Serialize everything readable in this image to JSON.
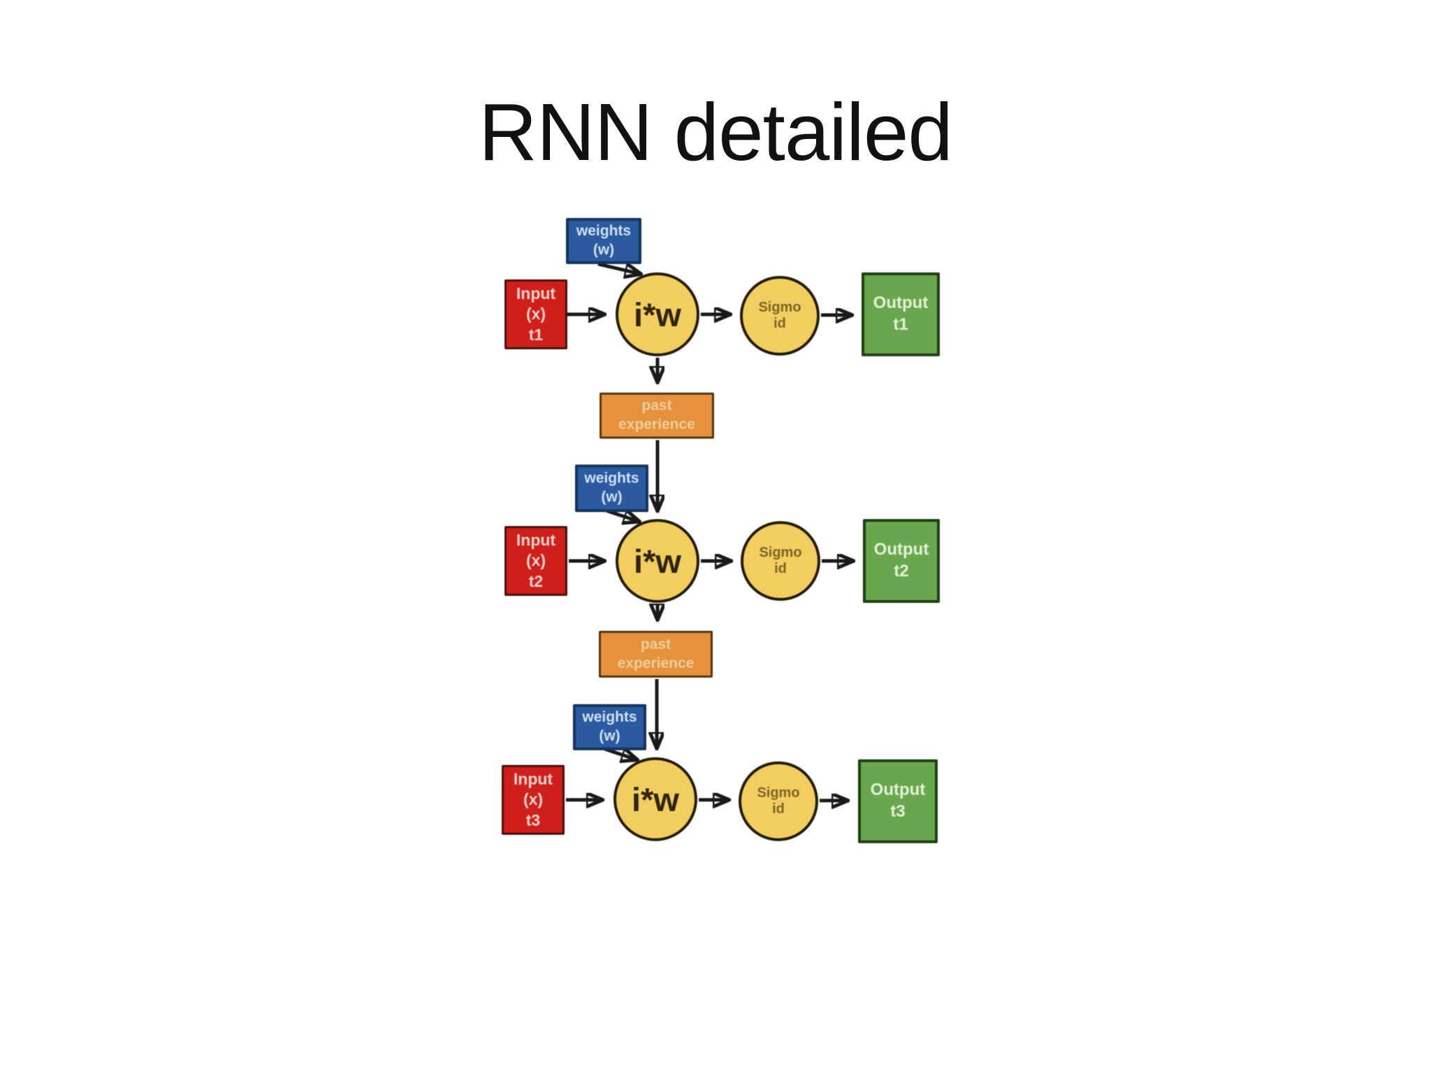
{
  "title": "RNN detailed",
  "colors": {
    "red": "#cf1f1b",
    "blue": "#2b5aa0",
    "yellow": "#f2ce60",
    "orange": "#e5913d",
    "green": "#68a74e",
    "arrow": "#1a1a1a",
    "titlecolor": "#111111"
  },
  "rows": [
    {
      "time": "t1",
      "input": [
        "Input",
        "(x)",
        "t1"
      ],
      "weights": [
        "weights",
        "(w)"
      ],
      "node": "i*w",
      "activation": [
        "Sigmo",
        "id"
      ],
      "output": [
        "Output",
        "t1"
      ],
      "past": [
        "past",
        "experience"
      ]
    },
    {
      "time": "t2",
      "input": [
        "Input",
        "(x)",
        "t2"
      ],
      "weights": [
        "weights",
        "(w)"
      ],
      "node": "i*w",
      "activation": [
        "Sigmo",
        "id"
      ],
      "output": [
        "Output",
        "t2"
      ],
      "past": [
        "past",
        "experience"
      ]
    },
    {
      "time": "t3",
      "input": [
        "Input",
        "(x)",
        "t3"
      ],
      "weights": [
        "weights",
        "(w)"
      ],
      "node": "i*w",
      "activation": [
        "Sigmo",
        "id"
      ],
      "output": [
        "Output",
        "t3"
      ]
    }
  ]
}
